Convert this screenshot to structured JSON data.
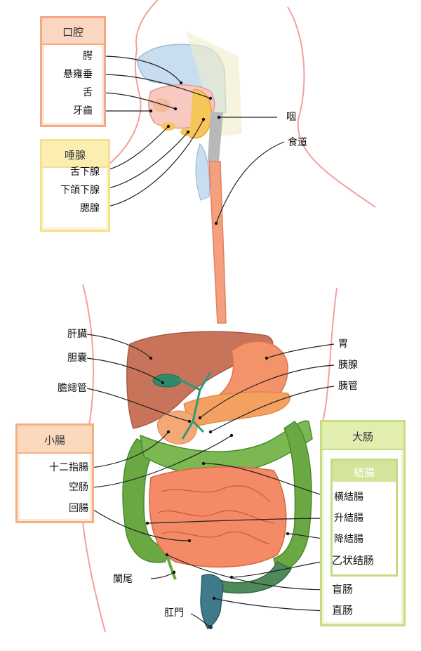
{
  "groups": {
    "mouth": {
      "title": "口腔",
      "items": [
        "腭",
        "悬雍垂",
        "舌",
        "牙齒"
      ]
    },
    "salivary": {
      "title": "唾腺",
      "items": [
        "舌下腺",
        "下頜下腺",
        "腮腺"
      ]
    },
    "small_intestine": {
      "title": "小腸",
      "items": [
        "十二指腸",
        "空肠",
        "回腸"
      ]
    },
    "large_intestine": {
      "title": "大肠",
      "colon_title": "結腸",
      "items": [
        "横結腸",
        "升結腸",
        "降結腸",
        "乙状结肠",
        "盲肠",
        "直肠"
      ]
    }
  },
  "labels": {
    "pharynx": "咽",
    "esophagus": "食道",
    "liver": "肝臟",
    "gallbladder": "胆囊",
    "bile_duct": "膽總管",
    "stomach": "胃",
    "pancreas": "胰腺",
    "pancreatic_duct": "胰管",
    "appendix": "闌尾",
    "anus": "肛門"
  },
  "colors": {
    "mouth_box": "#f4a983",
    "mouth_fill": "#fbe8dc",
    "salivary_box": "#f6e08e",
    "salivary_fill": "#fdf6d2",
    "small_box": "#f4b080",
    "small_fill": "#fde9d9",
    "large_box": "#c6dc82",
    "large_fill": "#eef5d2",
    "body_outline": "#f2a0a0",
    "esophagus": "#f4a07e",
    "liver": "#c8745a",
    "stomach": "#f4936a",
    "colon": "#6aa844",
    "small_intestine": "#f48a66",
    "bile": "#2e9a7a"
  }
}
